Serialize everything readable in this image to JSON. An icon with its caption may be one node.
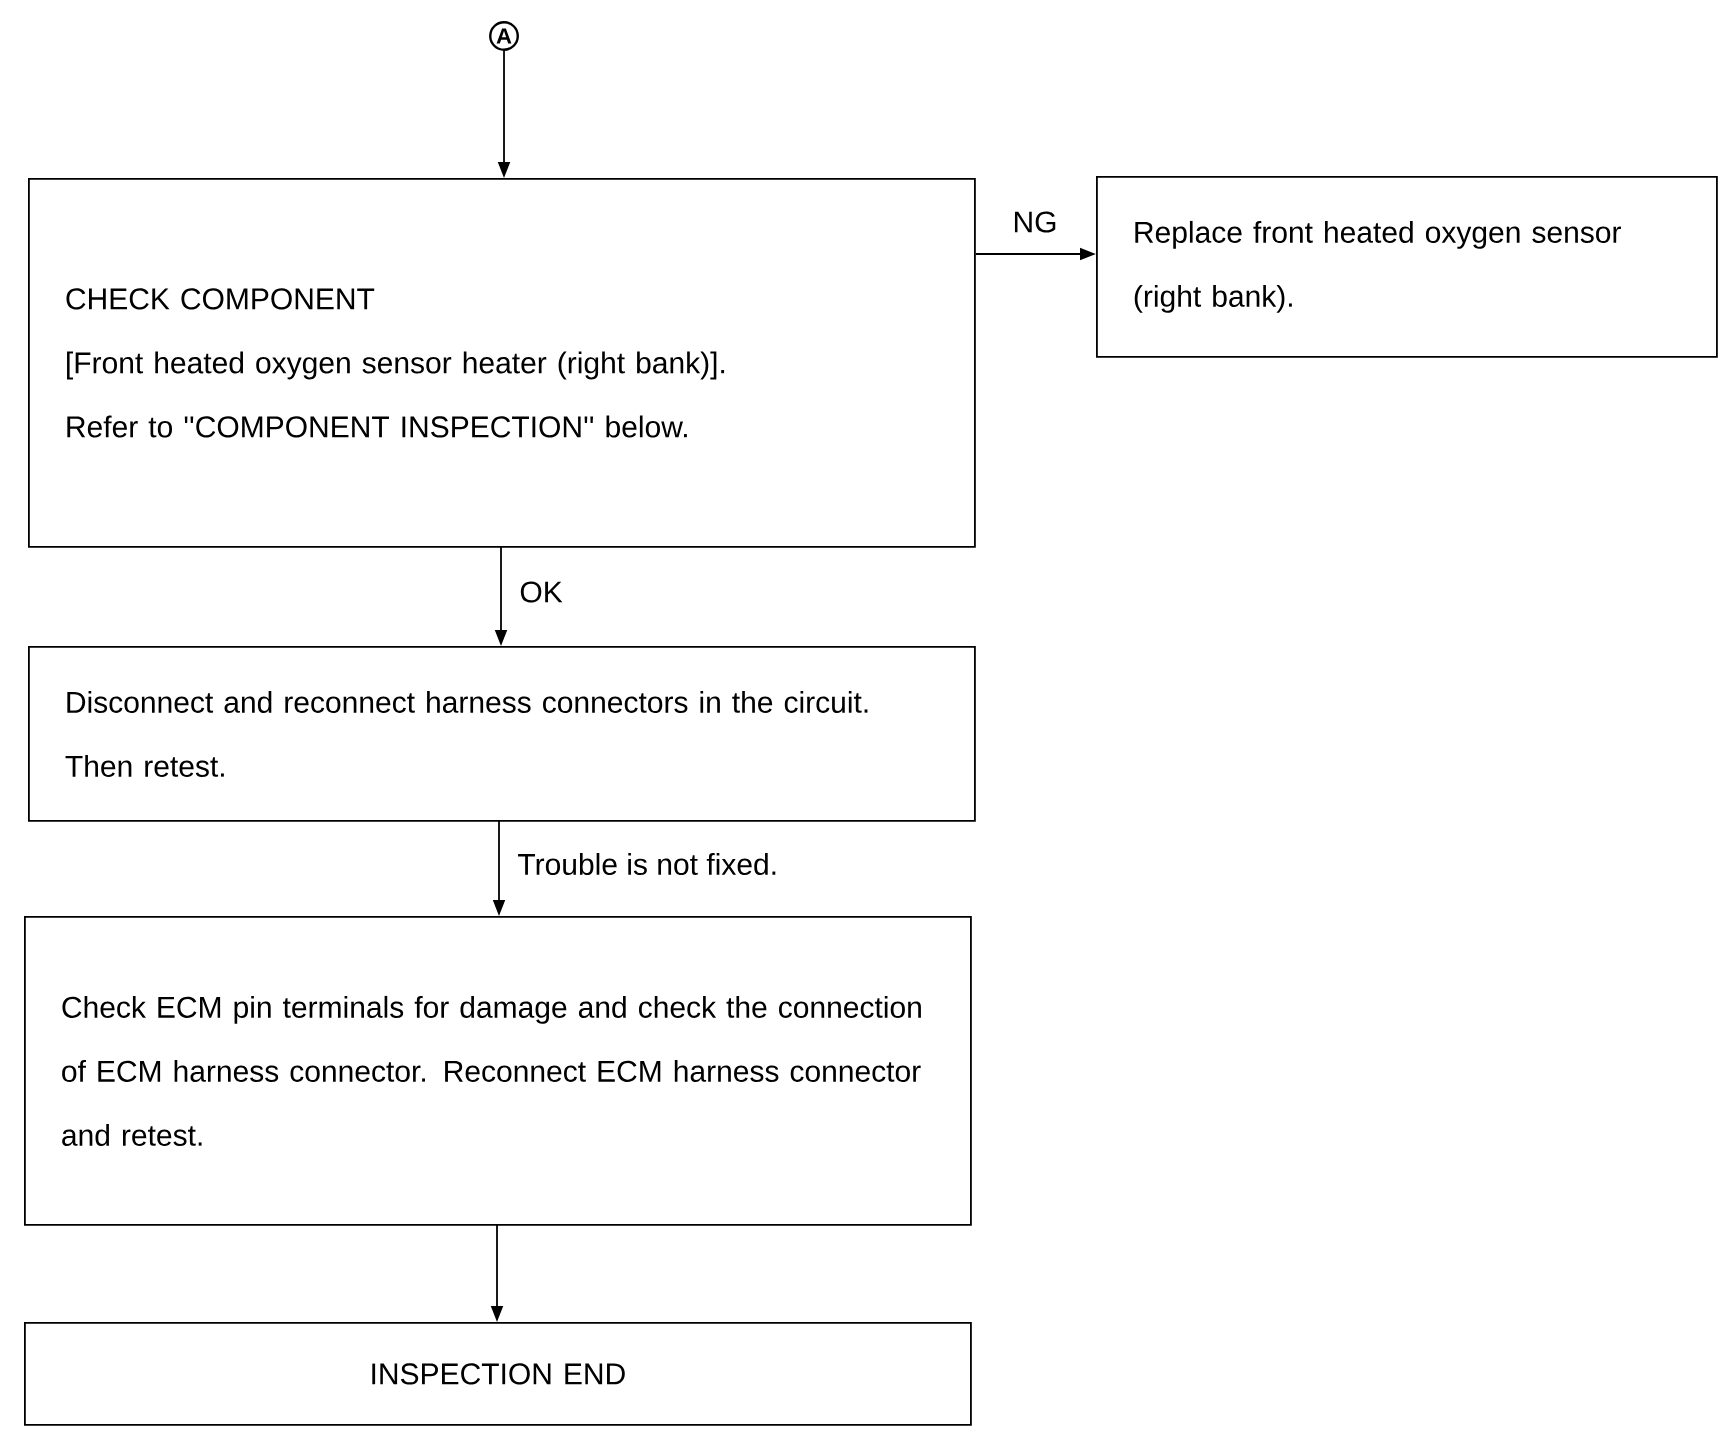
{
  "diagram": {
    "nodes": [
      {
        "text": [
          "A"
        ]
      },
      {
        "text": [
          "CHECK COMPONENT",
          "[Front heated oxygen sensor heater (right bank)].",
          "Refer to ''COMPONENT INSPECTION'' below."
        ]
      },
      {
        "text": [
          "Replace front heated oxygen sensor (right bank)."
        ]
      },
      {
        "text": [
          "Disconnect and reconnect harness connectors in the circuit. Then retest."
        ]
      },
      {
        "text": [
          "Check ECM pin terminals for damage and check the connection of ECM harness connector. Reconnect ECM harness connector and retest."
        ]
      },
      {
        "text": [
          "INSPECTION END"
        ]
      }
    ],
    "edges": [
      {
        "from": 0,
        "to": 1,
        "arrow": "to"
      },
      {
        "from": 1,
        "to": 2,
        "arrow": "to",
        "label": "NG"
      },
      {
        "from": 1,
        "to": 3,
        "arrow": "to",
        "label": "OK"
      },
      {
        "from": 3,
        "to": 4,
        "arrow": "to",
        "label": "Trouble is not fixed."
      },
      {
        "from": 4,
        "to": 5,
        "arrow": "to"
      }
    ]
  }
}
